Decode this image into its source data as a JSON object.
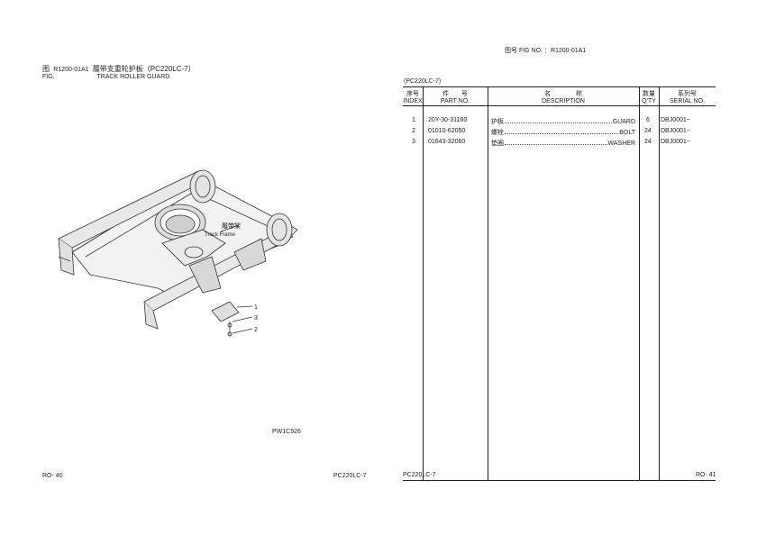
{
  "left_page": {
    "fig_label_zh": "图",
    "fig_label_en": "FIG.",
    "fig_code": "R1200-01A1",
    "title_zh": "履带支重轮护板（PC220LC-7）",
    "title_en": "TRACK ROLLER GUARD",
    "callouts": {
      "frame_zh": "履带架",
      "frame_en": "Track Frame",
      "c1": "1",
      "c2": "3",
      "c3": "2"
    },
    "picture_no": "PW1C926",
    "footer_page": "RO- 40",
    "footer_model": "PC220LC-7"
  },
  "right_page": {
    "fig_no_label": "图号 FIG NO. ：R1200-01A1",
    "model_label": "(PC220LC-7)",
    "headers": {
      "index_zh": "序号",
      "index_en": "INDEX",
      "part_zh": "件　　号",
      "part_en": "PART NO.",
      "desc_zh": "名　　　　称",
      "desc_en": "DESCRIPTION",
      "qty_zh": "数量",
      "qty_en": "Q'TY",
      "serial_zh": "系列号",
      "serial_en": "SERIAL NO."
    },
    "rows": [
      {
        "index": "1",
        "part": "20Y-30-31160",
        "desc_zh": "护板",
        "desc_en": "GUARD",
        "qty": "6",
        "serial": "DBJ0001~"
      },
      {
        "index": "2",
        "part": "01010-62050",
        "desc_zh": "螺栓",
        "desc_en": "BOLT",
        "qty": "24",
        "serial": "DBJ0001~"
      },
      {
        "index": "3",
        "part": "01643-32060",
        "desc_zh": "垫圈",
        "desc_en": "WASHER",
        "qty": "24",
        "serial": "DBJ0001~"
      }
    ],
    "footer_model": "PC220LC-7",
    "footer_page": "RO- 41"
  }
}
